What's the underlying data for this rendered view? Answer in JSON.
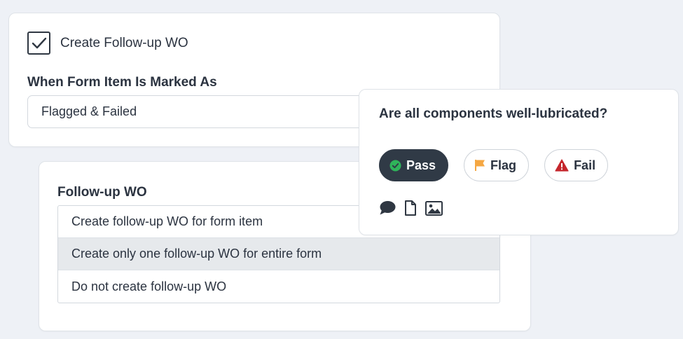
{
  "followup_settings": {
    "checkbox_label": "Create Follow-up WO",
    "checkbox_checked": true,
    "when_label": "When Form Item Is Marked As",
    "when_value": "Flagged & Failed"
  },
  "followup_wo": {
    "label": "Follow-up WO",
    "options": [
      "Create follow-up WO for form item",
      "Create only one follow-up WO for entire form",
      "Do not create follow-up WO"
    ],
    "selected_index": 1
  },
  "inspection": {
    "question": "Are all components well-lubricated?",
    "pills": {
      "pass": "Pass",
      "flag": "Flag",
      "fail": "Fail"
    },
    "selected": "pass",
    "attachment_icons": [
      "comment-icon",
      "document-icon",
      "image-icon"
    ]
  },
  "colors": {
    "pass_green": "#2fb45a",
    "flag_orange": "#f5a742",
    "fail_red": "#c5262c",
    "active_pill": "#303a46"
  }
}
